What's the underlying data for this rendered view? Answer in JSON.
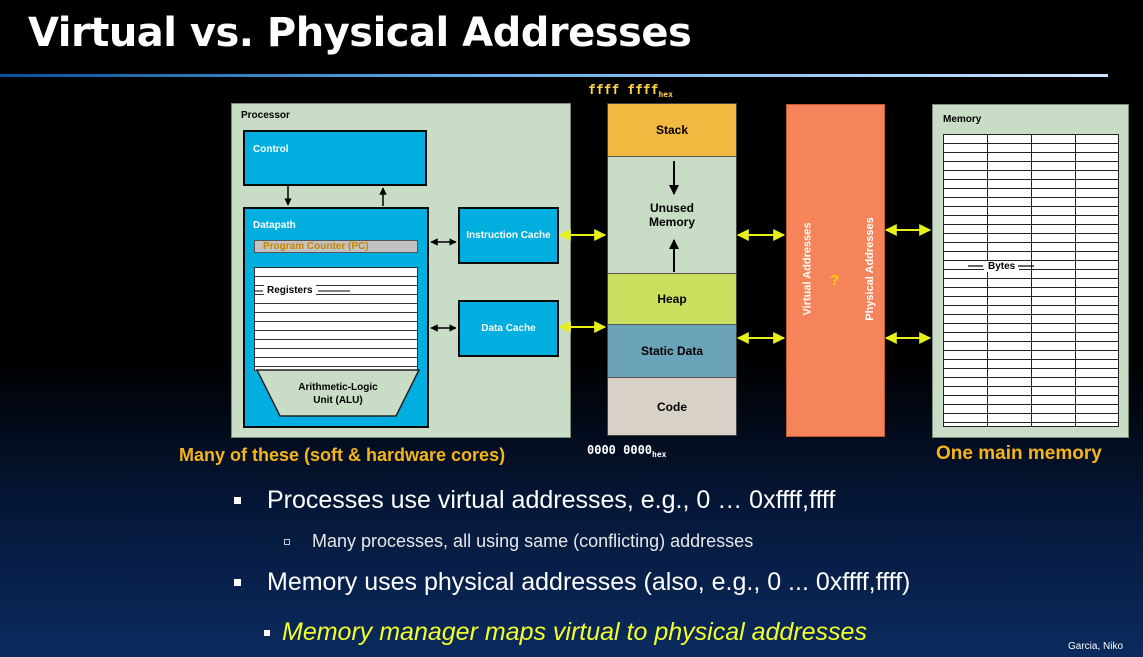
{
  "title": "Virtual vs. Physical Addresses",
  "processor": {
    "label": "Processor",
    "control": "Control",
    "datapath": "Datapath",
    "program_counter": "Program Counter (PC)",
    "registers": "Registers",
    "alu_line1": "Arithmetic-Logic",
    "alu_line2": "Unit (ALU)",
    "instruction_cache": "Instruction Cache",
    "data_cache": "Data Cache"
  },
  "address_space": {
    "top_address": "ffff ffff",
    "bottom_address": "0000 0000",
    "hex_subscript": "hex",
    "stack": "Stack",
    "unused_line1": "Unused",
    "unused_line2": "Memory",
    "heap": "Heap",
    "static_data": "Static Data",
    "code": "Code"
  },
  "translation": {
    "virtual_label": "Virtual Addresses",
    "physical_label": "Physical Addresses",
    "mark": "?"
  },
  "memory": {
    "label": "Memory",
    "bytes": "Bytes"
  },
  "captions": {
    "many": "Many of these (soft & hardware cores)",
    "one": "One main memory"
  },
  "bullets": {
    "b1": "Processes use virtual addresses, e.g., 0 … 0xffff,ffff",
    "b2": "Many processes, all using same (conflicting) addresses",
    "b3": "Memory uses physical addresses (also, e.g., 0 ... 0xffff,ffff)",
    "b4": "Memory manager maps virtual to physical addresses"
  },
  "footer": "Garcia, Niko",
  "colors": {
    "cyan_block": "#00aee0",
    "stack": "#f2b840",
    "heap": "#cbdf5e",
    "static_data": "#6ba3b8",
    "code": "#d8d1c8",
    "unused": "#c9dcc6",
    "translation_box": "#f5845a",
    "arrow": "#e8f01a",
    "caption": "#f5b51a"
  }
}
